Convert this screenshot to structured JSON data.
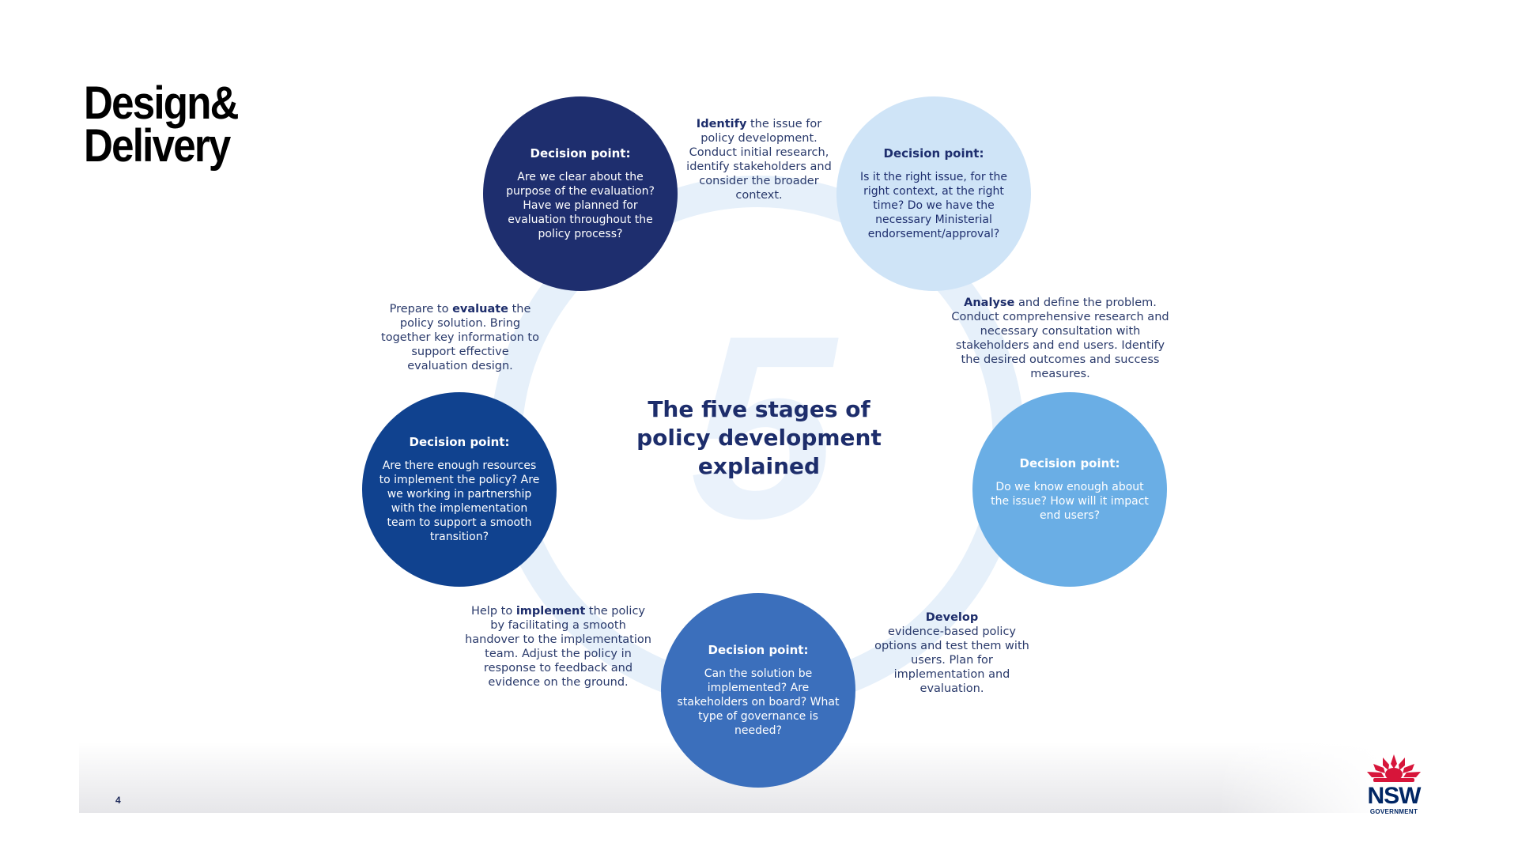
{
  "brand": {
    "line1": "Design&",
    "line2": "Delivery"
  },
  "page_number": "4",
  "center": {
    "big_number": "5",
    "line1": "The five stages of",
    "line2": "policy development",
    "line3": "explained"
  },
  "decision_points": [
    {
      "id": "evaluate",
      "title": "Decision point:",
      "text": "Are we clear about the purpose of the evaluation? Have we planned for evaluation throughout the policy process?"
    },
    {
      "id": "identify",
      "title": "Decision point:",
      "text": "Is it the right issue, for the right context, at the right time? Do we have the necessary Ministerial endorsement/approval?"
    },
    {
      "id": "analyse",
      "title": "Decision point:",
      "text": "Do we know enough about the issue? How will it impact end users?"
    },
    {
      "id": "develop",
      "title": "Decision point:",
      "text": "Can the solution be implemented? Are stakeholders on board? What type of governance is needed?"
    },
    {
      "id": "implement",
      "title": "Decision point:",
      "text": "Are there enough resources to implement the policy? Are we working in partnership with the implementation team to support a smooth transition?"
    }
  ],
  "stages": {
    "identify": {
      "keyword": "Identify",
      "text": " the issue for policy development. Conduct initial research, identify stakeholders and consider the broader context."
    },
    "analyse": {
      "keyword": "Analyse",
      "text": " and define the problem. Conduct comprehensive research and necessary consultation with stakeholders and end users. Identify the desired outcomes and success measures."
    },
    "develop": {
      "keyword": "Develop",
      "text": "evidence-based policy options and test them with users. Plan for implementation and evaluation."
    },
    "implement": {
      "before": "Help to ",
      "keyword": "implement",
      "text": " the policy by facilitating a smooth handover to the implementation team. Adjust the policy in response to feedback and evidence on the ground."
    },
    "evaluate": {
      "before": "Prepare to ",
      "keyword": "evaluate",
      "text": " the policy solution. Bring together key information to support effective evaluation design."
    }
  },
  "logo": {
    "name": "NSW",
    "sub": "GOVERNMENT",
    "icon": "waratah-icon"
  },
  "colors": {
    "navy": "#1e2e6e",
    "pale_blue": "#cfe4f7",
    "light_blue": "#6aaee5",
    "mid_blue": "#3b6fbc",
    "royal_blue": "#10428f",
    "ring": "#e6f0fa",
    "waratah": "#d7153a"
  }
}
